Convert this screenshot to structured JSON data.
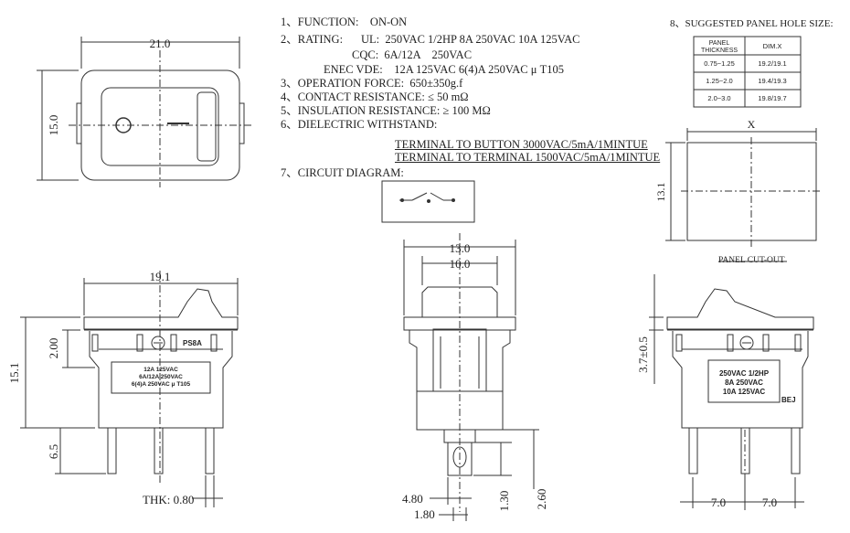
{
  "specs": {
    "function": "1、FUNCTION:    ON-ON",
    "rating": "2、RATING:",
    "ul": "UL:  250VAC 1/2HP 8A 250VAC 10A 125VAC",
    "cqc": "CQC:  6A/12A    250VAC",
    "enec": "ENEC VDE:    12A 125VAC 6(4)A 250VAC μ T105",
    "force": "3、OPERATION FORCE:  650±350g.f",
    "contact": "4、CONTACT RESISTANCE: ≤ 50 mΩ",
    "insulation": "5、INSULATION RESISTANCE: ≥ 100 MΩ",
    "dielectric": "6、DIELECTRIC WITHSTAND:",
    "d1": "TERMINAL TO BUTTON 3000VAC/5mA/1MINTUE",
    "d2": "TERMINAL TO TERMINAL 1500VAC/5mA/1MINTUE",
    "circuit": "7、CIRCUIT DIAGRAM:"
  },
  "panel": {
    "title": "8、SUGGESTED PANEL HOLE SIZE:",
    "header_thickness_1": "PANEL",
    "header_thickness_2": "THICKNESS",
    "header_dim": "DIM.X",
    "rows": [
      [
        "0.75~1.25",
        "19.2/19.1"
      ],
      [
        "1.25~2.0",
        "19.4/19.3"
      ],
      [
        "2.0~3.0",
        "19.8/19.7"
      ]
    ],
    "x_label": "X",
    "height_dim": "13.1",
    "cutout_label": "PANEL CUT-OUT"
  },
  "top_view": {
    "width_dim": "21.0",
    "height_dim": "15.0"
  },
  "front_view": {
    "width_dim": "19.1",
    "height_total": "15.1",
    "height_upper": "2.00",
    "pin_len": "6.5",
    "thickness": "THK: 0.80",
    "brand": "PS8A",
    "label_lines": [
      "12A 125VAC",
      "6A/12A 250VAC",
      "6(4)A 250VAC μ T105"
    ]
  },
  "side_view": {
    "outer_w": "13.0",
    "inner_w": "10.0",
    "pin_w": "4.80",
    "hole_w": "1.80",
    "pin_a": "1.30",
    "pin_b": "2.60"
  },
  "back_view": {
    "height_dim": "3.7±0.5",
    "label_lines": [
      "250VAC 1/2HP",
      "8A  250VAC",
      "10A  125VAC"
    ],
    "brand": "BEJ",
    "pitch_1": "7.0",
    "pitch_2": "7.0"
  }
}
